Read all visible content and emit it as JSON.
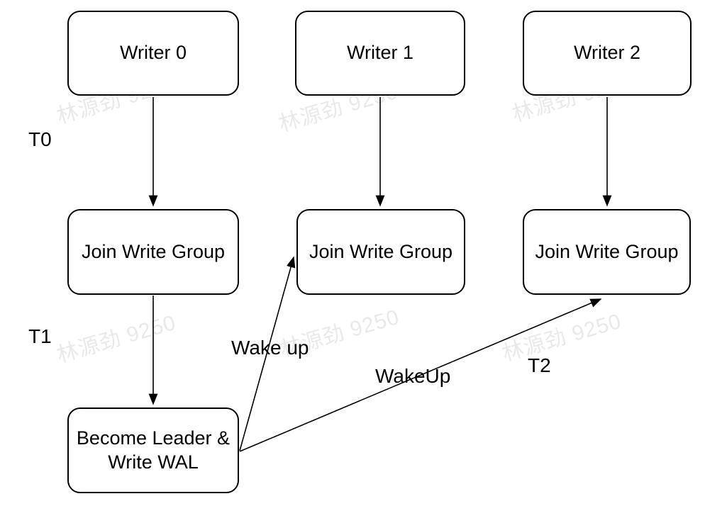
{
  "diagram": {
    "nodes": [
      {
        "id": "writer-0",
        "label": "Writer 0"
      },
      {
        "id": "writer-1",
        "label": "Writer 1"
      },
      {
        "id": "writer-2",
        "label": "Writer 2"
      },
      {
        "id": "join-write-group-0",
        "label": "Join Write Group"
      },
      {
        "id": "join-write-group-1",
        "label": "Join Write Group"
      },
      {
        "id": "join-write-group-2",
        "label": "Join Write Group"
      },
      {
        "id": "become-leader",
        "label": "Become Leader & Write WAL",
        "lines": [
          "Become Leader &",
          "Write WAL"
        ]
      }
    ],
    "edges": [
      {
        "from": "writer-0",
        "to": "join-write-group-0",
        "label": ""
      },
      {
        "from": "writer-1",
        "to": "join-write-group-1",
        "label": ""
      },
      {
        "from": "writer-2",
        "to": "join-write-group-2",
        "label": ""
      },
      {
        "from": "join-write-group-0",
        "to": "become-leader",
        "label": ""
      },
      {
        "from": "become-leader",
        "to": "join-write-group-1",
        "label": "Wake up"
      },
      {
        "from": "become-leader",
        "to": "join-write-group-2",
        "label": "WakeUp"
      }
    ],
    "time_labels": [
      {
        "id": "t0",
        "text": "T0"
      },
      {
        "id": "t1",
        "text": "T1"
      },
      {
        "id": "t2",
        "text": "T2"
      }
    ]
  },
  "watermark": {
    "text": "林源劲 9250"
  },
  "colors": {
    "stroke": "#000000",
    "text": "#000000",
    "background": "#ffffff",
    "watermark": "#e9e9e9"
  }
}
